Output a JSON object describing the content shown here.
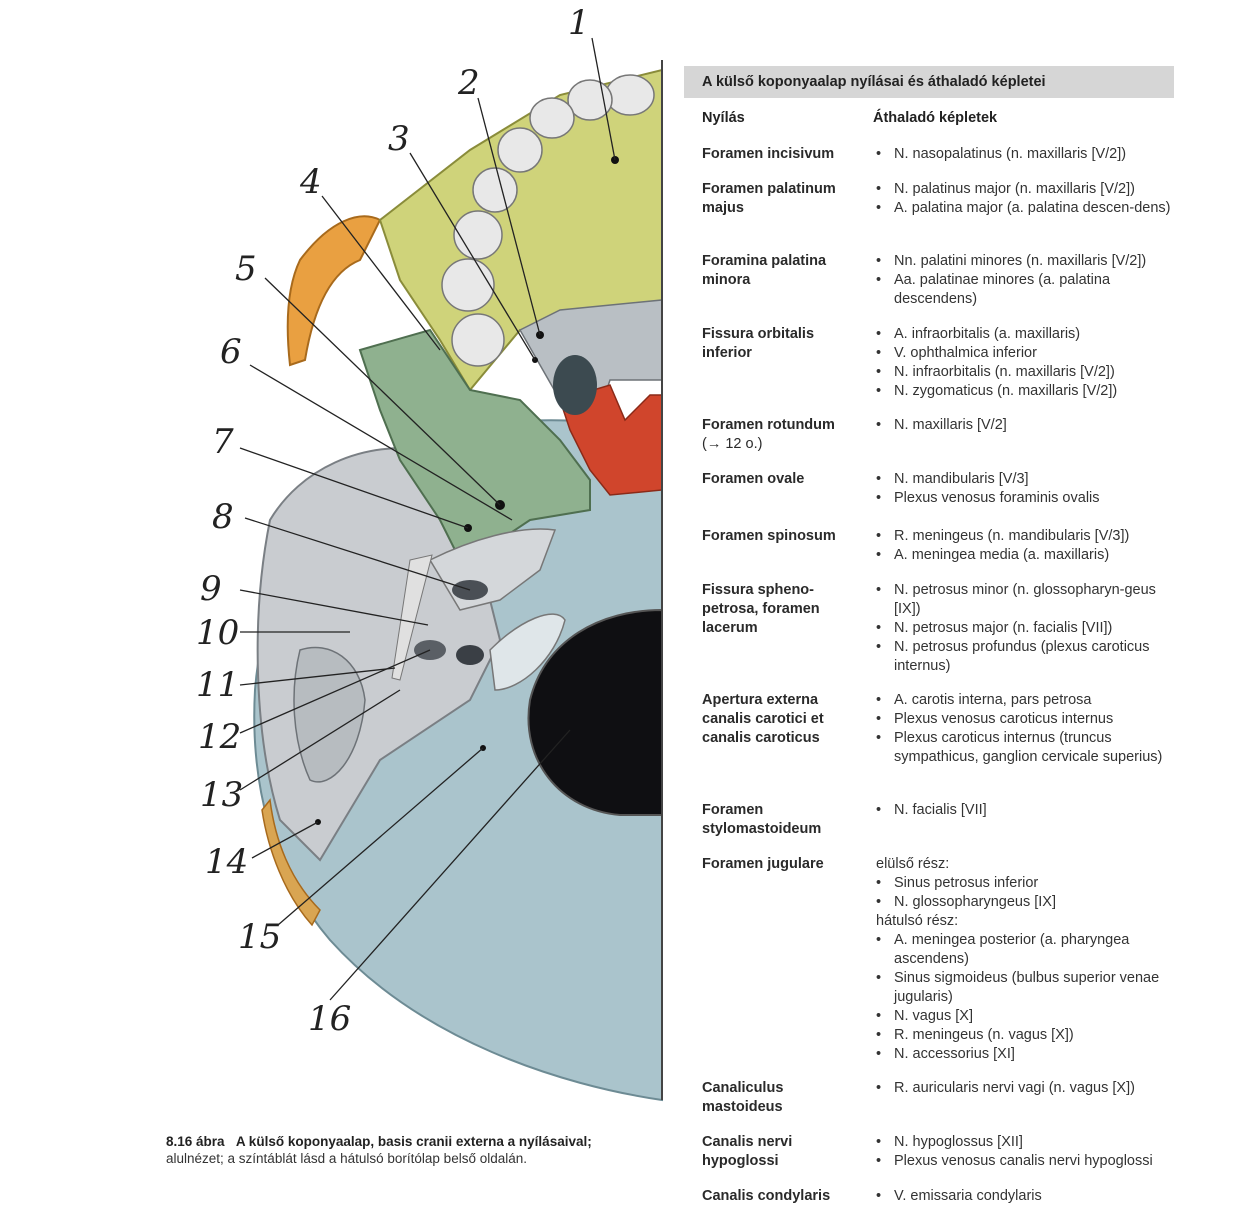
{
  "labels": [
    "1",
    "2",
    "3",
    "4",
    "5",
    "6",
    "7",
    "8",
    "9",
    "10",
    "11",
    "12",
    "13",
    "14",
    "15",
    "16"
  ],
  "caption": {
    "figure_label": "8.16 ábra",
    "title": "A külső koponyaalap, basis cranii externa a nyílásaival;",
    "text": "alulnézet; a színtáblát lásd a hátulsó borítólap belső oldalán."
  },
  "table": {
    "title": "A külső koponyaalap nyílásai és áthaladó képletei",
    "col_opening": "Nyílás",
    "col_structures": "Áthaladó képletek",
    "rows": [
      {
        "name": "Foramen incisivum",
        "items": [
          {
            "t": "N. nasopalatinus (n. maxillaris [V/2])"
          }
        ]
      },
      {
        "name": "Foramen palatinum majus",
        "items": [
          {
            "t": "N. palatinus major (n. maxillaris [V/2])"
          },
          {
            "t": "A. palatina major (a. palatina descen-dens)"
          }
        ]
      },
      {
        "name": "Foramina palatina minora",
        "items": [
          {
            "t": "Nn. palatini minores (n. maxillaris [V/2])"
          },
          {
            "t": "Aa. palatinae minores (a. palatina descendens)"
          }
        ]
      },
      {
        "name": "Fissura orbitalis inferior",
        "items": [
          {
            "t": "A. infraorbitalis (a. maxillaris)"
          },
          {
            "t": "V. ophthalmica inferior"
          },
          {
            "t": "N. infraorbitalis (n. maxillaris [V/2])"
          },
          {
            "t": "N. zygomaticus (n. maxillaris [V/2])"
          }
        ]
      },
      {
        "name": "Foramen rotundum",
        "note": "(→ 12 o.)",
        "items": [
          {
            "t": "N. maxillaris [V/2]"
          }
        ]
      },
      {
        "name": "Foramen ovale",
        "items": [
          {
            "t": "N. mandibularis [V/3]"
          },
          {
            "t": "Plexus venosus foraminis ovalis"
          }
        ]
      },
      {
        "name": "Foramen spinosum",
        "items": [
          {
            "t": "R. meningeus (n. mandibularis [V/3])"
          },
          {
            "t": "A. meningea media (a. maxillaris)"
          }
        ]
      },
      {
        "name": "Fissura spheno-petrosa, foramen lacerum",
        "items": [
          {
            "t": "N. petrosus minor (n. glossopharyn-geus [IX])"
          },
          {
            "t": "N. petrosus major (n. facialis [VII])"
          },
          {
            "t": "N. petrosus profundus (plexus caroticus internus)"
          }
        ]
      },
      {
        "name": "Apertura externa canalis carotici et canalis caroticus",
        "items": [
          {
            "t": "A. carotis interna, pars petrosa"
          },
          {
            "t": "Plexus venosus caroticus internus"
          },
          {
            "t": "Plexus caroticus internus (truncus sympathicus, ganglion cervicale superius)"
          }
        ]
      },
      {
        "name": "Foramen stylomastoideum",
        "items": [
          {
            "t": "N. facialis [VII]"
          }
        ]
      },
      {
        "name": "Foramen jugulare",
        "items": [
          {
            "sub": "elülső rész:"
          },
          {
            "t": "Sinus petrosus inferior"
          },
          {
            "t": "N. glossopharyngeus [IX]"
          },
          {
            "sub": "hátulsó rész:"
          },
          {
            "t": "A. meningea posterior (a. pharyngea ascendens)"
          },
          {
            "t": "Sinus sigmoideus (bulbus superior venae jugularis)"
          },
          {
            "t": "N. vagus [X]"
          },
          {
            "t": "R. meningeus (n. vagus [X])"
          },
          {
            "t": "N. accessorius [XI]"
          }
        ]
      },
      {
        "name": "Canaliculus mastoideus",
        "items": [
          {
            "t": "R. auricularis nervi vagi (n. vagus [X])"
          }
        ]
      },
      {
        "name": "Canalis nervi hypoglossi",
        "items": [
          {
            "t": "N. hypoglossus [XII]"
          },
          {
            "t": "Plexus venosus canalis nervi hypoglossi"
          }
        ]
      },
      {
        "name": "Canalis condylaris",
        "items": [
          {
            "t": "V. emissaria condylaris"
          }
        ]
      }
    ]
  },
  "colors": {
    "header_bg": "#d6d6d6",
    "maxilla": "#cfd37a",
    "palatine": "#b9bfc4",
    "sphenoid": "#8fb18f",
    "zygomatic": "#e9a041",
    "vomer": "#d0452c",
    "occipital": "#aac4cc",
    "temporal": "#c9ccd0"
  }
}
